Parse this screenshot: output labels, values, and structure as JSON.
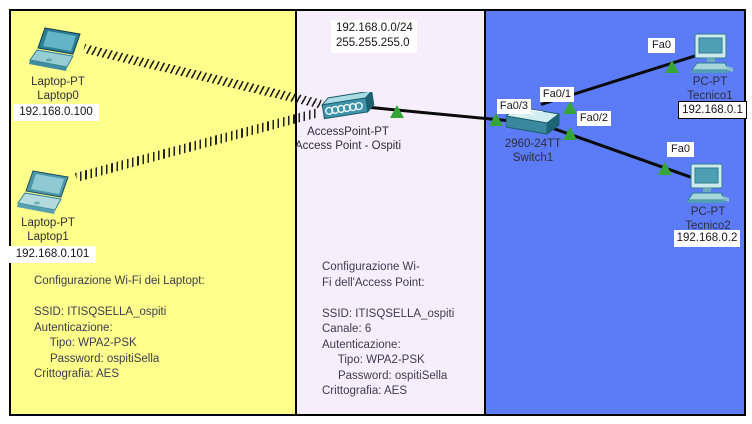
{
  "network": {
    "subnet": "192.168.0.0/24",
    "mask": "255.255.255.0"
  },
  "devices": {
    "laptop0": {
      "model": "Laptop-PT",
      "name": "Laptop0",
      "ip": "192.168.0.100"
    },
    "laptop1": {
      "model": "Laptop-PT",
      "name": "Laptop1",
      "ip": "192.168.0.101"
    },
    "access_point": {
      "model": "AccessPoint-PT",
      "name": "Access Point - Ospiti"
    },
    "switch": {
      "model": "2960-24TT",
      "name": "Switch1"
    },
    "pc_tecnico1": {
      "model": "PC-PT",
      "name": "Tecnico1",
      "ip": "192.168.0.1"
    },
    "pc_tecnico2": {
      "model": "PC-PT",
      "name": "Tecnico2",
      "ip": "192.168.0.2"
    }
  },
  "port_labels": {
    "switch_to_ap": "Fa0/3",
    "switch_to_pc1": "Fa0/1",
    "switch_to_pc2": "Fa0/2",
    "pc1_port": "Fa0",
    "pc2_port": "Fa0"
  },
  "notes": {
    "laptops_config": {
      "lines": [
        "Configurazione Wi-Fi dei Laptopt:",
        "",
        "SSID: ITISQSELLA_ospiti",
        "Autenticazione:",
        "     Tipo: WPA2-PSK",
        "     Password: ospitiSella",
        "Crittografia: AES"
      ]
    },
    "ap_config": {
      "lines": [
        "Configurazione Wi-",
        "Fi dell'Access Point:",
        "",
        "SSID: ITISQSELLA_ospiti",
        "Canale: 6",
        "Autenticazione:",
        "     Tipo: WPA2-PSK",
        "     Password: ospitiSella",
        "Crittografia: AES"
      ]
    }
  },
  "colors": {
    "guest_zone": "#ffff8c",
    "ap_zone": "#f6eefb",
    "tech_zone": "#5b7bf7",
    "link_status_ok": "#35a53a",
    "cable": "#0a0a0a",
    "device_teal": "#3f93a9"
  }
}
